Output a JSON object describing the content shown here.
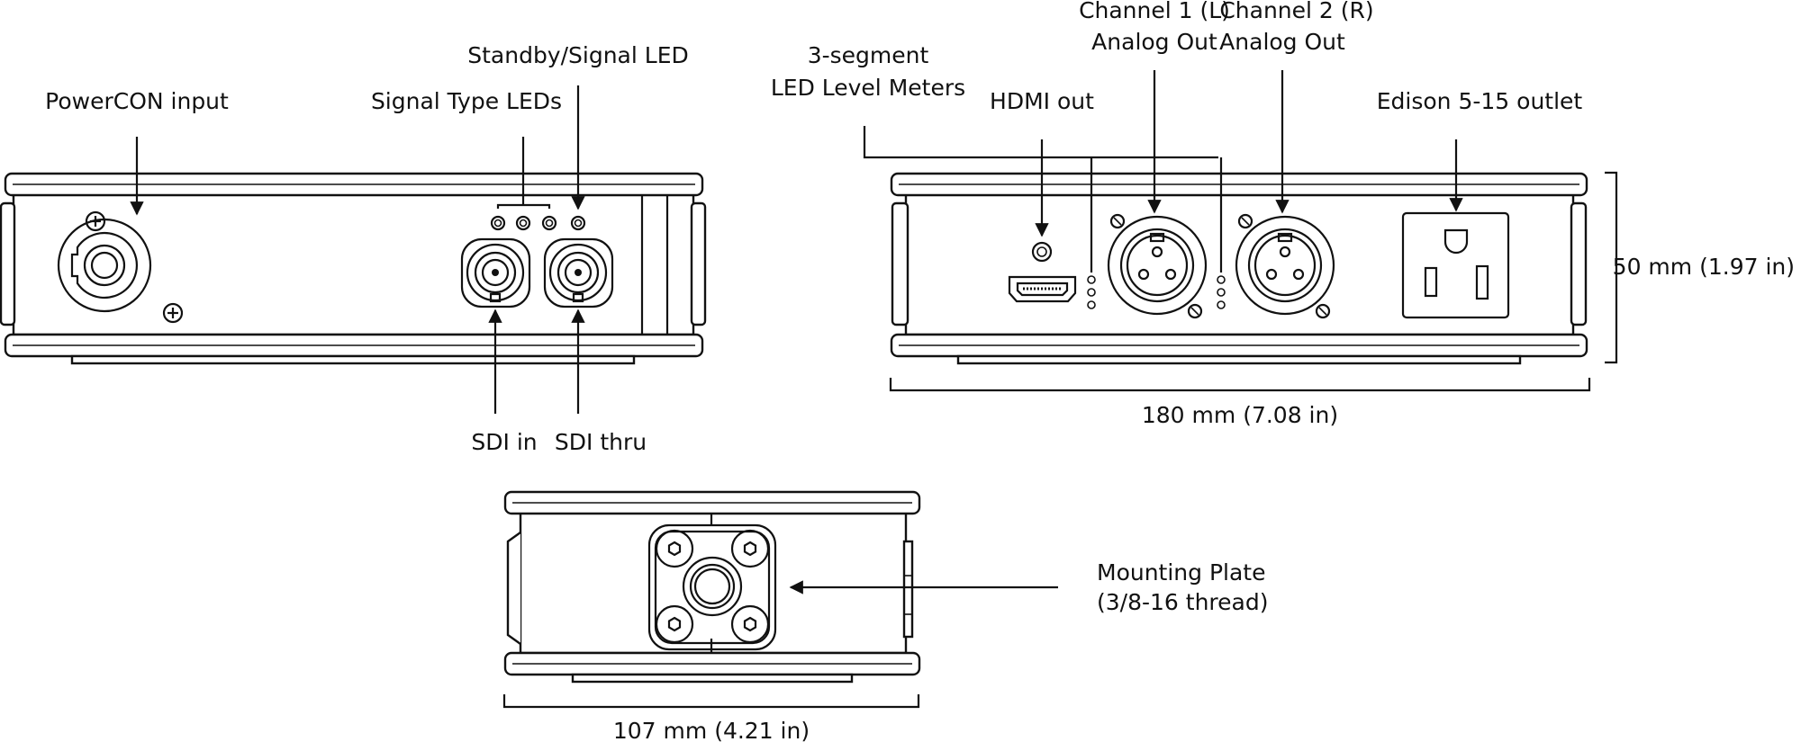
{
  "diagram": {
    "front_panel": {
      "powercon_input": "PowerCON input",
      "signal_type_leds": "Signal Type LEDs",
      "standby_signal_led": "Standby/Signal LED",
      "sdi_in": "SDI in",
      "sdi_thru": "SDI thru"
    },
    "rear_panel": {
      "led_meters_line1": "3-segment",
      "led_meters_line2": "LED Level Meters",
      "hdmi_out": "HDMI out",
      "ch1_line1": "Channel 1 (L)",
      "ch1_line2": "Analog Out",
      "ch2_line1": "Channel 2 (R)",
      "ch2_line2": "Analog Out",
      "edison_outlet": "Edison 5-15 outlet",
      "height_dim": "50 mm (1.97 in)",
      "width_dim": "180 mm (7.08 in)"
    },
    "bottom_view": {
      "mounting_line1": "Mounting Plate",
      "mounting_line2": "(3/8-16 thread)",
      "depth_dim": "107 mm (4.21 in)"
    }
  },
  "colors": {
    "ink": "#111111",
    "paper": "#ffffff"
  }
}
